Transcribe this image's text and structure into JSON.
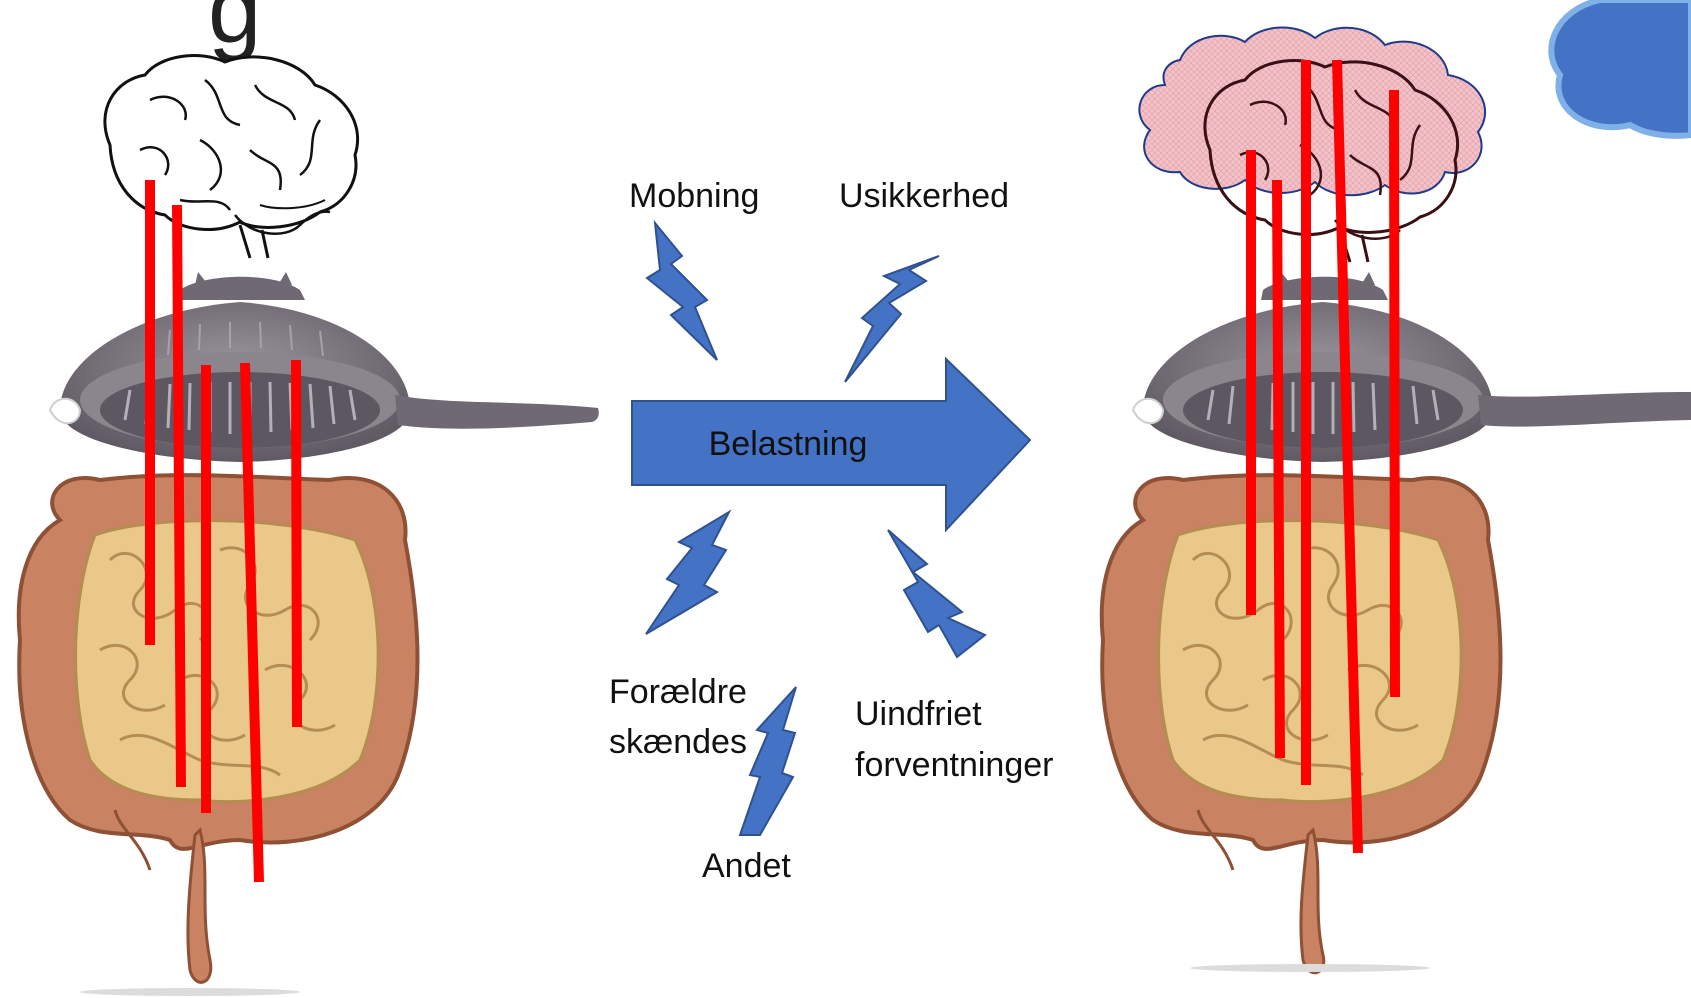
{
  "title_fragment": "g",
  "center": {
    "arrow_label": "Belastning",
    "stressors": {
      "top_left": "Mobning",
      "top_right": "Usikkerhed",
      "bottom_left_line1": "Forældre",
      "bottom_left_line2": "skændes",
      "bottom_right_line1": "Uindfriet",
      "bottom_right_line2": "forventninger",
      "bottom": "Andet"
    }
  },
  "colors": {
    "arrow_blue": "#4472C4",
    "nerve_red": "#FF0000",
    "cloud_pink": "#F4C6CC",
    "strainer_gray": "#77727A",
    "colon_brown": "#C98262",
    "intestine_tan": "#E9C889"
  }
}
